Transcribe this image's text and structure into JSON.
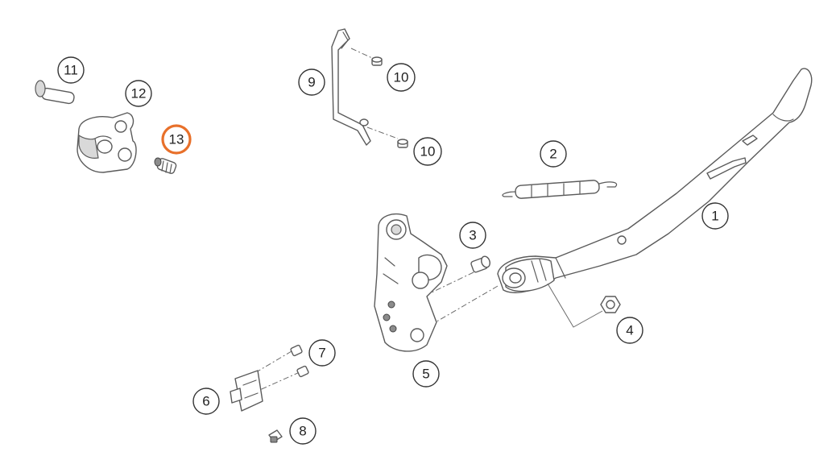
{
  "diagram": {
    "highlight_color": "#e8702a",
    "callouts": [
      {
        "id": "c11",
        "label": "11",
        "highlight": false
      },
      {
        "id": "c12",
        "label": "12",
        "highlight": false
      },
      {
        "id": "c13",
        "label": "13",
        "highlight": true
      },
      {
        "id": "c9",
        "label": "9",
        "highlight": false
      },
      {
        "id": "c10a",
        "label": "10",
        "highlight": false
      },
      {
        "id": "c10b",
        "label": "10",
        "highlight": false
      },
      {
        "id": "c2",
        "label": "2",
        "highlight": false
      },
      {
        "id": "c1",
        "label": "1",
        "highlight": false
      },
      {
        "id": "c3",
        "label": "3",
        "highlight": false
      },
      {
        "id": "c4",
        "label": "4",
        "highlight": false
      },
      {
        "id": "c5",
        "label": "5",
        "highlight": false
      },
      {
        "id": "c7",
        "label": "7",
        "highlight": false
      },
      {
        "id": "c6",
        "label": "6",
        "highlight": false
      },
      {
        "id": "c8",
        "label": "8",
        "highlight": false
      }
    ]
  }
}
